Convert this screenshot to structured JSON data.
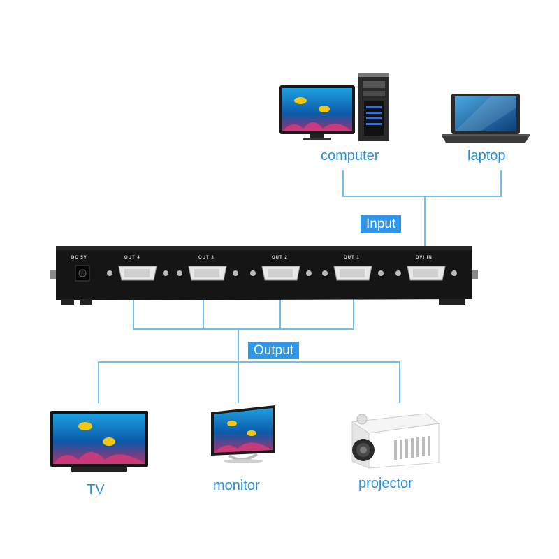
{
  "colors": {
    "accent": "#2a8fd6",
    "tag_bg": "#2f96e8",
    "wire": "#6dc0f0",
    "splitter_body": "#151515"
  },
  "inputs": {
    "computer_label": "computer",
    "laptop_label": "laptop",
    "tag": "Input"
  },
  "outputs": {
    "tag": "Output",
    "tv_label": "TV",
    "monitor_label": "monitor",
    "projector_label": "projector"
  },
  "splitter": {
    "power_label": "DC 5V",
    "ports": [
      "OUT 4",
      "OUT 3",
      "OUT 2",
      "OUT 1",
      "DVI IN"
    ]
  }
}
